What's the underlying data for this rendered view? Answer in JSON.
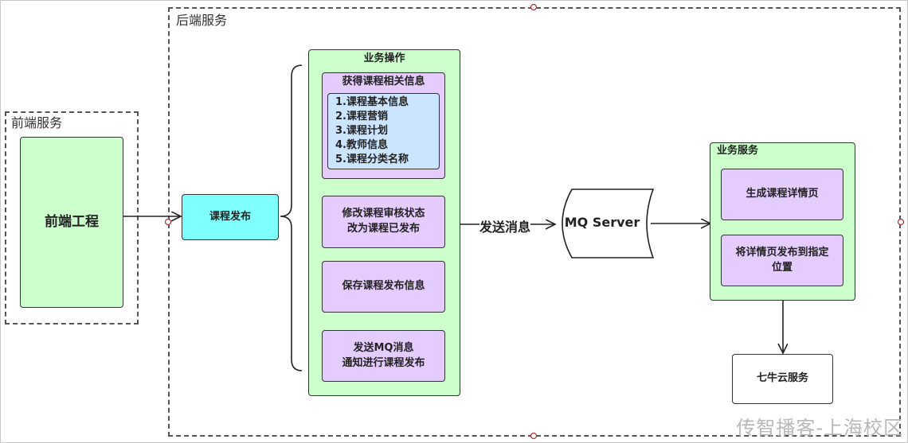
{
  "groups": {
    "frontend_label": "前端服务",
    "backend_label": "后端服务"
  },
  "nodes": {
    "frontend_project": "前端工程",
    "course_publish": "课程发布",
    "business_ops_title": "业务操作",
    "get_info_title": "获得课程相关信息",
    "info_items": [
      "1.课程基本信息",
      "2.课程营销",
      "3.课程计划",
      "4.教师信息",
      "5.课程分类名称"
    ],
    "modify_status": [
      "修改课程审核状态",
      "改为课程已发布"
    ],
    "save_info": "保存课程发布信息",
    "send_mq": [
      "发送MQ消息",
      "通知进行课程发布"
    ],
    "mq_server": "MQ Server",
    "business_service_title": "业务服务",
    "gen_detail_page": "生成课程详情页",
    "publish_detail": [
      "将详情页发布到指定",
      "位置"
    ],
    "qiniu_service": "七牛云服务"
  },
  "edges": {
    "send_message_label": "发送消息"
  },
  "watermark": "传智播客-上海校区",
  "colors": {
    "green": "#ccffcc",
    "purple": "#e5ccff",
    "cyan": "#80ffff",
    "blue": "#cce5ff"
  }
}
